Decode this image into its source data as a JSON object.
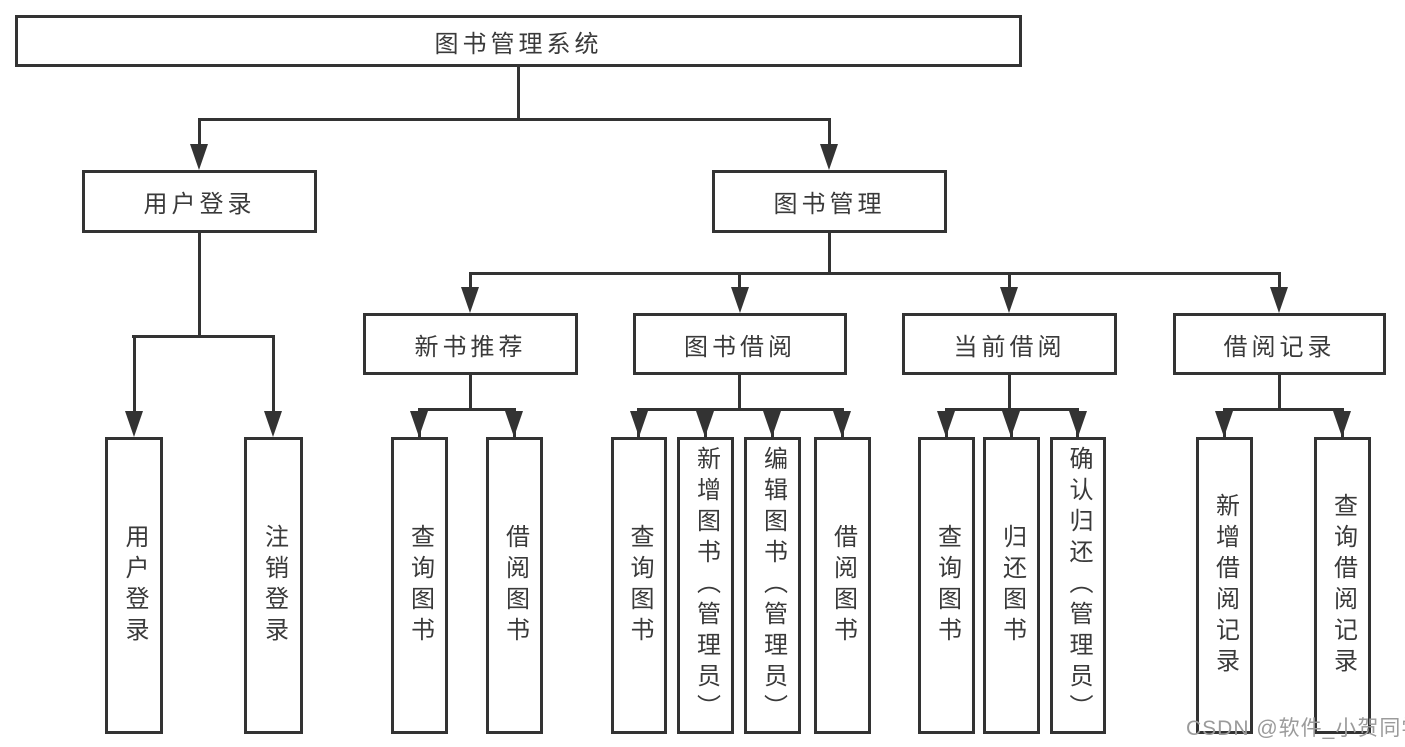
{
  "diagram": {
    "title": "图书管理系统",
    "nodes": {
      "root": "图书管理系统",
      "user_login": "用户登录",
      "book_mgmt": "图书管理",
      "new_book": "新书推荐",
      "book_borrow": "图书借阅",
      "current_borrow": "当前借阅",
      "borrow_record": "借阅记录",
      "leaf_user_login": "用户登录",
      "leaf_logout": "注销登录",
      "leaf_query_book_newrec": "查询图书",
      "leaf_borrow_book_newrec": "借阅图书",
      "leaf_query_book_borrow": "查询图书",
      "leaf_add_book": "新增图书（管理员）",
      "leaf_edit_book": "编辑图书（管理员）",
      "leaf_borrow_book_borrow": "借阅图书",
      "leaf_query_book_current": "查询图书",
      "leaf_return_book": "归还图书",
      "leaf_confirm_return": "确认归还（管理员）",
      "leaf_add_borrow_record": "新增借阅记录",
      "leaf_query_borrow_record": "查询借阅记录"
    },
    "colors": {
      "line": "#333333",
      "text": "#3a3a3a",
      "background": "#ffffff",
      "watermark": "#9b9b9b"
    }
  },
  "watermark": {
    "text": "CSDN @软件_小贺同学"
  }
}
